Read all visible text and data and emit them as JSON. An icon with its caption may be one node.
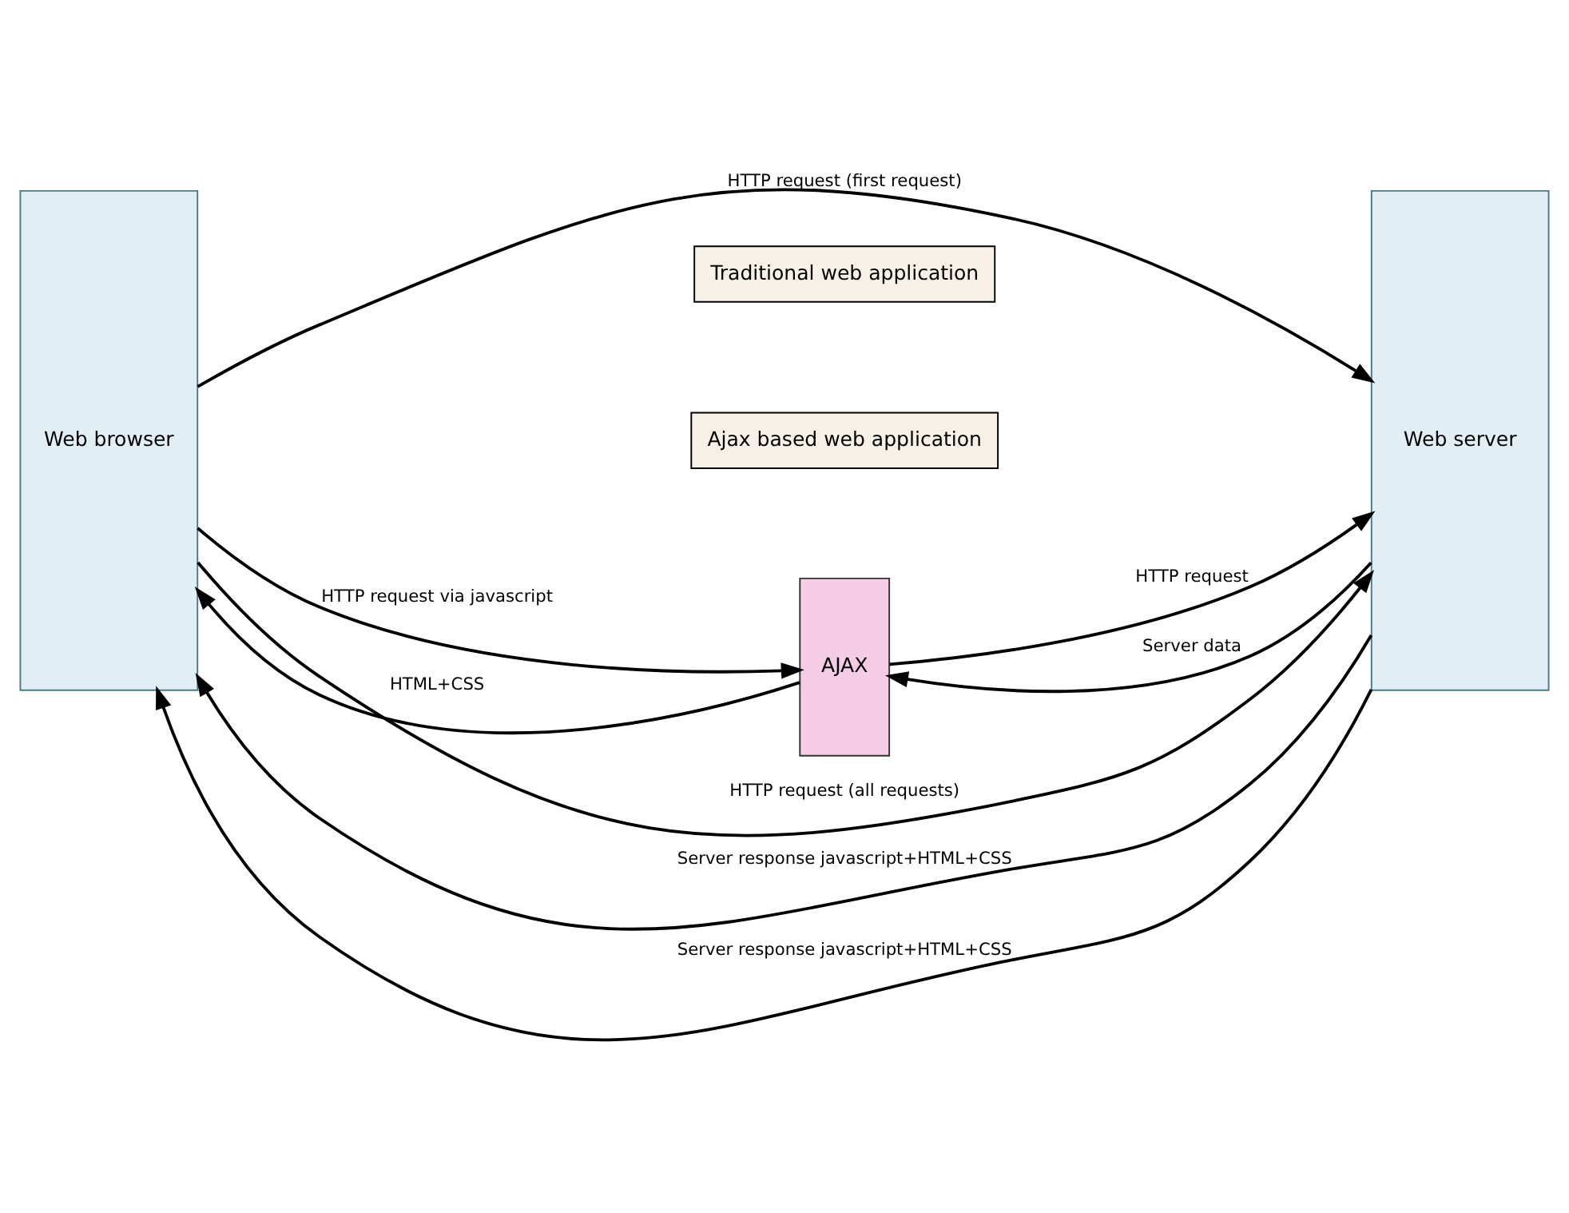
{
  "diagram": {
    "nodes": [
      {
        "text": [
          "Traditional web application"
        ]
      },
      {
        "text": [
          "Ajax based web application"
        ]
      },
      {
        "text": [
          "Web browser"
        ]
      },
      {
        "text": [
          "Web server"
        ]
      },
      {
        "text": [
          "AJAX"
        ]
      }
    ],
    "edges": [
      {
        "from": 2,
        "to": 3,
        "arrow": "to",
        "label": "HTTP request (all requests)"
      },
      {
        "from": 3,
        "to": 2,
        "arrow": "to",
        "label": "Server response javascript+HTML+CSS"
      },
      {
        "from": 2,
        "to": 3,
        "arrow": "to",
        "label": "HTTP request (first request)"
      },
      {
        "from": 3,
        "to": 2,
        "arrow": "to",
        "label": "Server response javascript+HTML+CSS"
      },
      {
        "from": 2,
        "to": 4,
        "arrow": "to",
        "label": "HTTP request via javascript"
      },
      {
        "from": 4,
        "to": 3,
        "arrow": "to",
        "label": "HTTP request"
      },
      {
        "from": 3,
        "to": 4,
        "arrow": "to",
        "label": "Server data"
      },
      {
        "from": 4,
        "to": 2,
        "arrow": "to",
        "label": "HTML+CSS"
      }
    ]
  }
}
